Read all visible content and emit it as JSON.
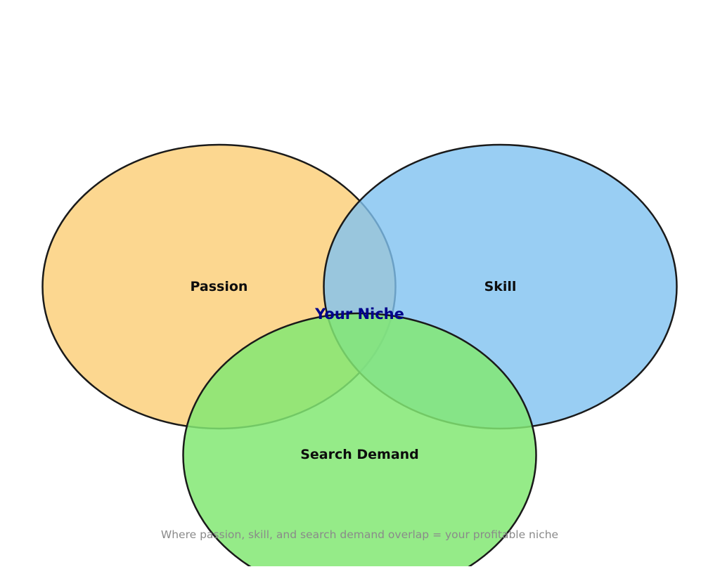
{
  "diagram": {
    "type": "venn-3",
    "circles": [
      {
        "id": "passion",
        "label": "Passion"
      },
      {
        "id": "skill",
        "label": "Skill"
      },
      {
        "id": "search_demand",
        "label": "Search Demand"
      }
    ],
    "center_label": "Your Niche",
    "caption": "Where passion, skill, and search demand overlap = your profitable niche",
    "colors": {
      "passion_fill": "#FCD790",
      "skill_fill": "#7FC2F0",
      "search_demand_fill": "#83E873",
      "circle_edge": "#1a1a1a",
      "label_color": "#0d0d0d",
      "center_label_color": "#00008B",
      "caption_color": "#8a8a8a"
    }
  }
}
